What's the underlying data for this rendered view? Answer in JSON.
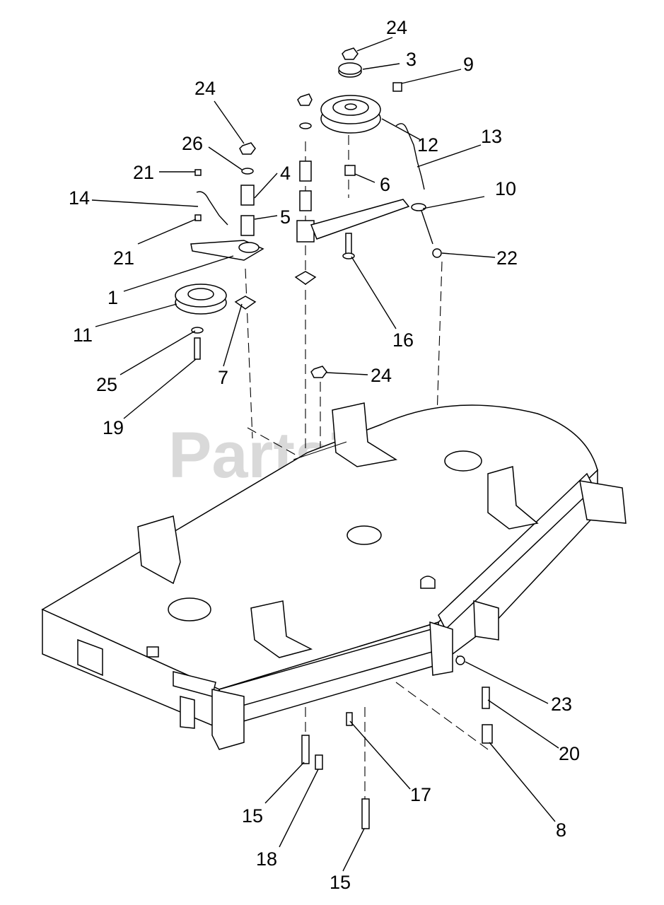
{
  "watermark": {
    "text": "PartsTree",
    "trademark": "™"
  },
  "callouts": [
    {
      "id": "c24a",
      "label": "24"
    },
    {
      "id": "c3",
      "label": "3"
    },
    {
      "id": "c9",
      "label": "9"
    },
    {
      "id": "c24b",
      "label": "24"
    },
    {
      "id": "c12",
      "label": "12"
    },
    {
      "id": "c13",
      "label": "13"
    },
    {
      "id": "c26",
      "label": "26"
    },
    {
      "id": "c4",
      "label": "4"
    },
    {
      "id": "c21a",
      "label": "21"
    },
    {
      "id": "c6",
      "label": "6"
    },
    {
      "id": "c10",
      "label": "10"
    },
    {
      "id": "c14",
      "label": "14"
    },
    {
      "id": "c5",
      "label": "5"
    },
    {
      "id": "c21b",
      "label": "21"
    },
    {
      "id": "c22",
      "label": "22"
    },
    {
      "id": "c1",
      "label": "1"
    },
    {
      "id": "c11",
      "label": "11"
    },
    {
      "id": "c16",
      "label": "16"
    },
    {
      "id": "c25",
      "label": "25"
    },
    {
      "id": "c7",
      "label": "7"
    },
    {
      "id": "c24c",
      "label": "24"
    },
    {
      "id": "c19",
      "label": "19"
    },
    {
      "id": "c23",
      "label": "23"
    },
    {
      "id": "c20",
      "label": "20"
    },
    {
      "id": "c17",
      "label": "17"
    },
    {
      "id": "c15a",
      "label": "15"
    },
    {
      "id": "c8",
      "label": "8"
    },
    {
      "id": "c18",
      "label": "18"
    },
    {
      "id": "c15b",
      "label": "15"
    }
  ]
}
